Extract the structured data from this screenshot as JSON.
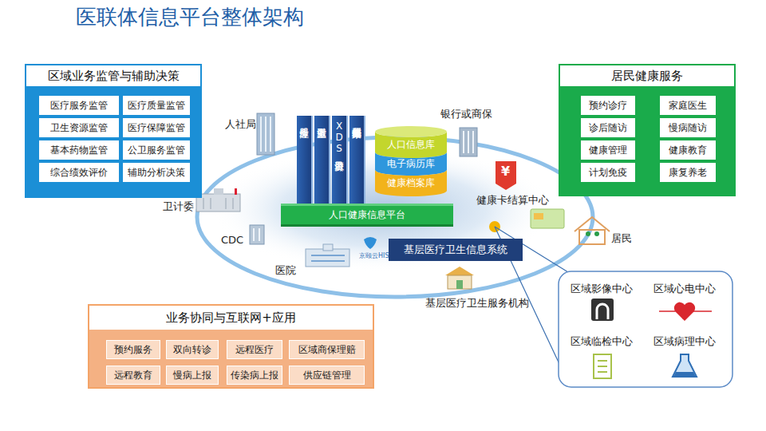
{
  "diagram": {
    "title": "医联体信息平台整体架构",
    "nodes": [
      {
        "text": [
          "区域业务监管与辅助决策"
        ]
      },
      {
        "text": [
          "医疗服务监管"
        ],
        "in": 0
      },
      {
        "text": [
          "医疗质量监管"
        ],
        "in": 0
      },
      {
        "text": [
          "卫生资源监管"
        ],
        "in": 0
      },
      {
        "text": [
          "医疗保障监管"
        ],
        "in": 0
      },
      {
        "text": [
          "基本药物监管"
        ],
        "in": 0
      },
      {
        "text": [
          "公卫服务监管"
        ],
        "in": 0
      },
      {
        "text": [
          "综合绩效评价"
        ],
        "in": 0
      },
      {
        "text": [
          "辅助分析决策"
        ],
        "in": 0
      },
      {
        "text": [
          "居民健康服务"
        ]
      },
      {
        "text": [
          "预约诊疗"
        ],
        "in": 9
      },
      {
        "text": [
          "家庭医生"
        ],
        "in": 9
      },
      {
        "text": [
          "诊后随访"
        ],
        "in": 9
      },
      {
        "text": [
          "慢病随访"
        ],
        "in": 9
      },
      {
        "text": [
          "健康管理"
        ],
        "in": 9
      },
      {
        "text": [
          "健康教育"
        ],
        "in": 9
      },
      {
        "text": [
          "计划免疫"
        ],
        "in": 9
      },
      {
        "text": [
          "康复养老"
        ],
        "in": 9
      },
      {
        "text": [
          "注册服务"
        ]
      },
      {
        "text": [
          "主索引服务"
        ]
      },
      {
        "text": [
          "XDS资源目录"
        ]
      },
      {
        "text": [
          "全程健康档案服务"
        ]
      },
      {
        "text": [
          "人口信息库"
        ]
      },
      {
        "text": [
          "电子病历库"
        ]
      },
      {
        "text": [
          "健康档案库"
        ]
      },
      {
        "text": [
          "人口健康信息平台"
        ]
      },
      {
        "text": [
          "基层医疗卫生信息系统"
        ]
      },
      {
        "text": [
          "业务协同与互联网+应用"
        ]
      },
      {
        "text": [
          "预约服务"
        ],
        "in": 27
      },
      {
        "text": [
          "双向转诊"
        ],
        "in": 27
      },
      {
        "text": [
          "远程医疗"
        ],
        "in": 27
      },
      {
        "text": [
          "区域商保理赔"
        ],
        "in": 27
      },
      {
        "text": [
          "远程教育"
        ],
        "in": 27
      },
      {
        "text": [
          "慢病上报"
        ],
        "in": 27
      },
      {
        "text": [
          "传染病上报"
        ],
        "in": 27
      },
      {
        "text": [
          "供应链管理"
        ],
        "in": 27
      }
    ],
    "labels": [
      "人社局",
      "银行或商保",
      "¥",
      "健康卡结算中心",
      "卫计委",
      "居民",
      "CDC",
      "京颐云HIS",
      "医院",
      "基层医疗卫生服务机构",
      "区域影像中心",
      "区域心电中心",
      "区域临检中心",
      "区域病理中心"
    ]
  }
}
